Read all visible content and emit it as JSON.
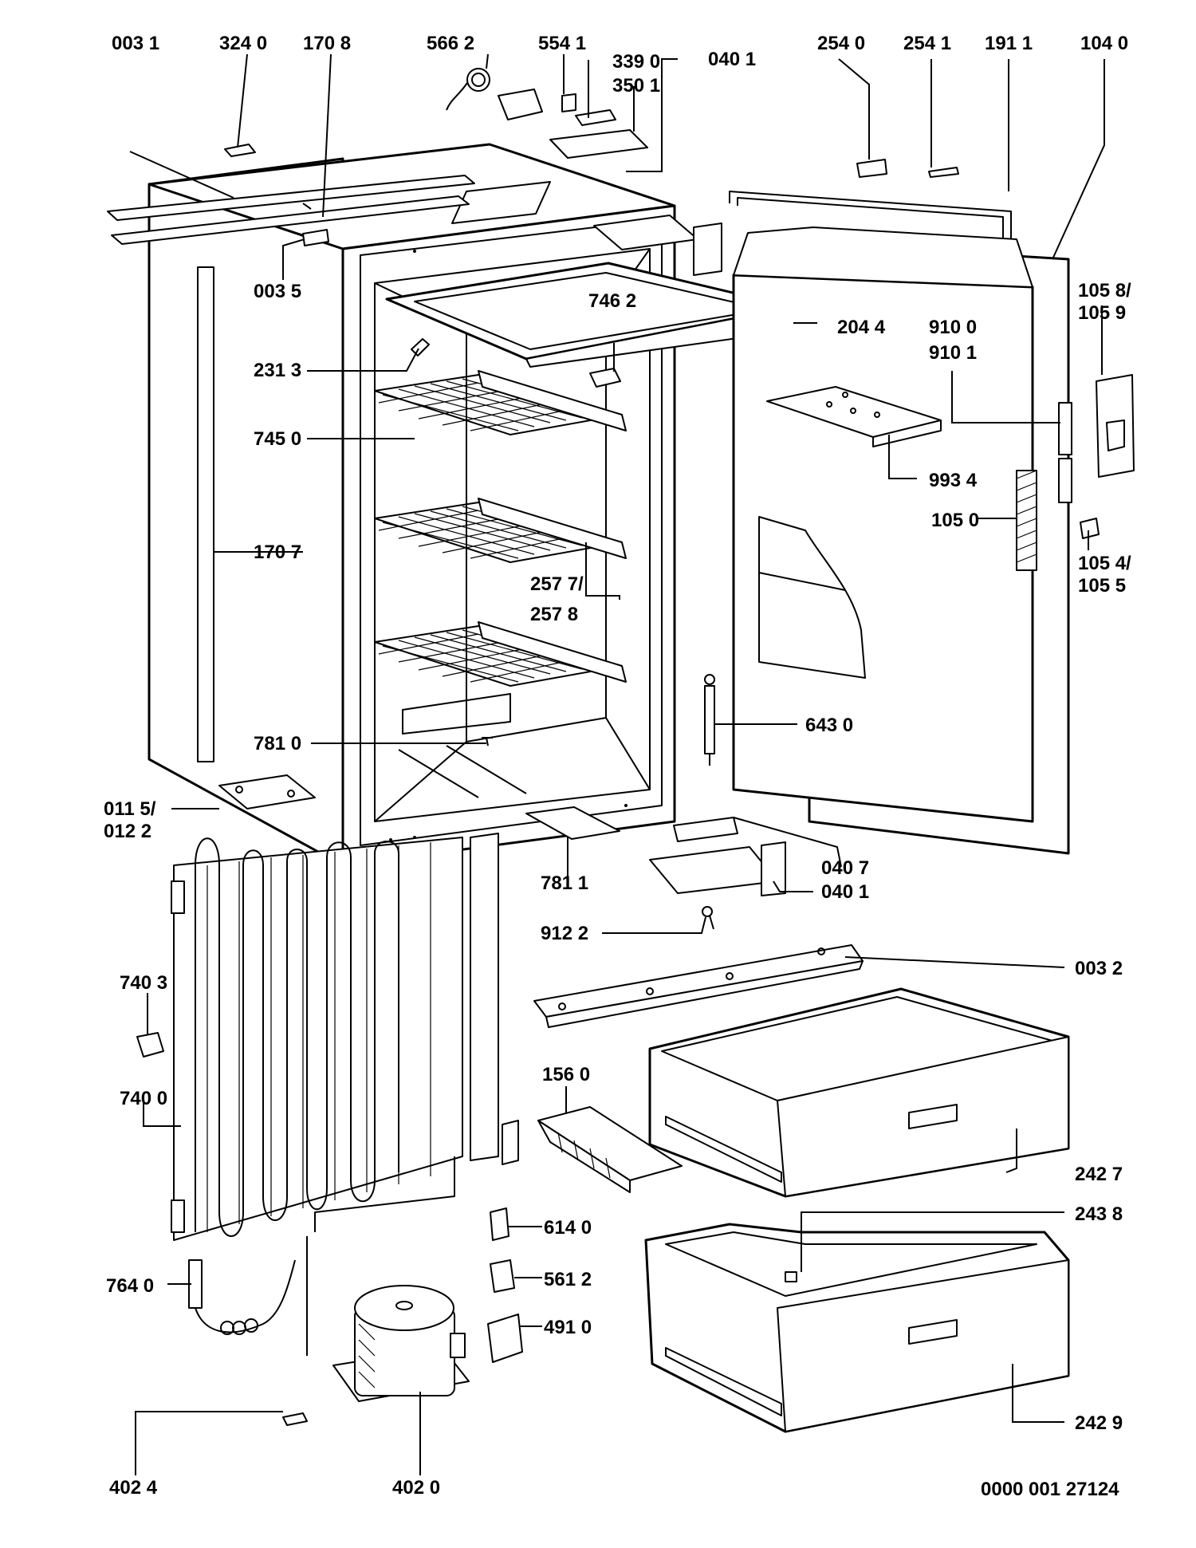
{
  "document_id": "0000 001 27124",
  "callouts": [
    {
      "id": "c0031",
      "text": "003 1"
    },
    {
      "id": "c3240",
      "text": "324 0"
    },
    {
      "id": "c1708",
      "text": "170 8"
    },
    {
      "id": "c5662",
      "text": "566 2"
    },
    {
      "id": "c5541",
      "text": "554 1"
    },
    {
      "id": "c3390",
      "text": "339 0"
    },
    {
      "id": "c3501",
      "text": "350 1"
    },
    {
      "id": "c0401a",
      "text": "040 1"
    },
    {
      "id": "c2540",
      "text": "254 0"
    },
    {
      "id": "c2541",
      "text": "254 1"
    },
    {
      "id": "c1911",
      "text": "191 1"
    },
    {
      "id": "c1040",
      "text": "104 0"
    },
    {
      "id": "c0035",
      "text": "003 5"
    },
    {
      "id": "c7462",
      "text": "746 2"
    },
    {
      "id": "c2044",
      "text": "204 4"
    },
    {
      "id": "c1058",
      "text": "105 8/"
    },
    {
      "id": "c1059",
      "text": "105 9"
    },
    {
      "id": "c9100",
      "text": "910 0"
    },
    {
      "id": "c9101",
      "text": "910 1"
    },
    {
      "id": "c2313",
      "text": "231 3"
    },
    {
      "id": "c7450",
      "text": "745 0"
    },
    {
      "id": "c9934",
      "text": "993 4"
    },
    {
      "id": "c1050",
      "text": "105 0"
    },
    {
      "id": "c1707",
      "text": "170 7"
    },
    {
      "id": "c1054",
      "text": "105 4/"
    },
    {
      "id": "c1055",
      "text": "105 5"
    },
    {
      "id": "c2577",
      "text": "257 7/"
    },
    {
      "id": "c2578",
      "text": "257 8"
    },
    {
      "id": "c6430",
      "text": "643 0"
    },
    {
      "id": "c7810",
      "text": "781 0"
    },
    {
      "id": "c0115",
      "text": "011 5/"
    },
    {
      "id": "c0122",
      "text": "012 2"
    },
    {
      "id": "c0407",
      "text": "040 7"
    },
    {
      "id": "c0401b",
      "text": "040 1"
    },
    {
      "id": "c7811",
      "text": "781 1"
    },
    {
      "id": "c9122",
      "text": "912 2"
    },
    {
      "id": "c0032",
      "text": "003 2"
    },
    {
      "id": "c7403",
      "text": "740 3"
    },
    {
      "id": "c1560",
      "text": "156 0"
    },
    {
      "id": "c7400",
      "text": "740 0"
    },
    {
      "id": "c2427",
      "text": "242 7"
    },
    {
      "id": "c2438",
      "text": "243 8"
    },
    {
      "id": "c6140",
      "text": "614 0"
    },
    {
      "id": "c7640",
      "text": "764 0"
    },
    {
      "id": "c5612",
      "text": "561 2"
    },
    {
      "id": "c4910",
      "text": "491 0"
    },
    {
      "id": "c2429",
      "text": "242 9"
    },
    {
      "id": "c4024",
      "text": "402 4"
    },
    {
      "id": "c4020",
      "text": "402 0"
    }
  ]
}
